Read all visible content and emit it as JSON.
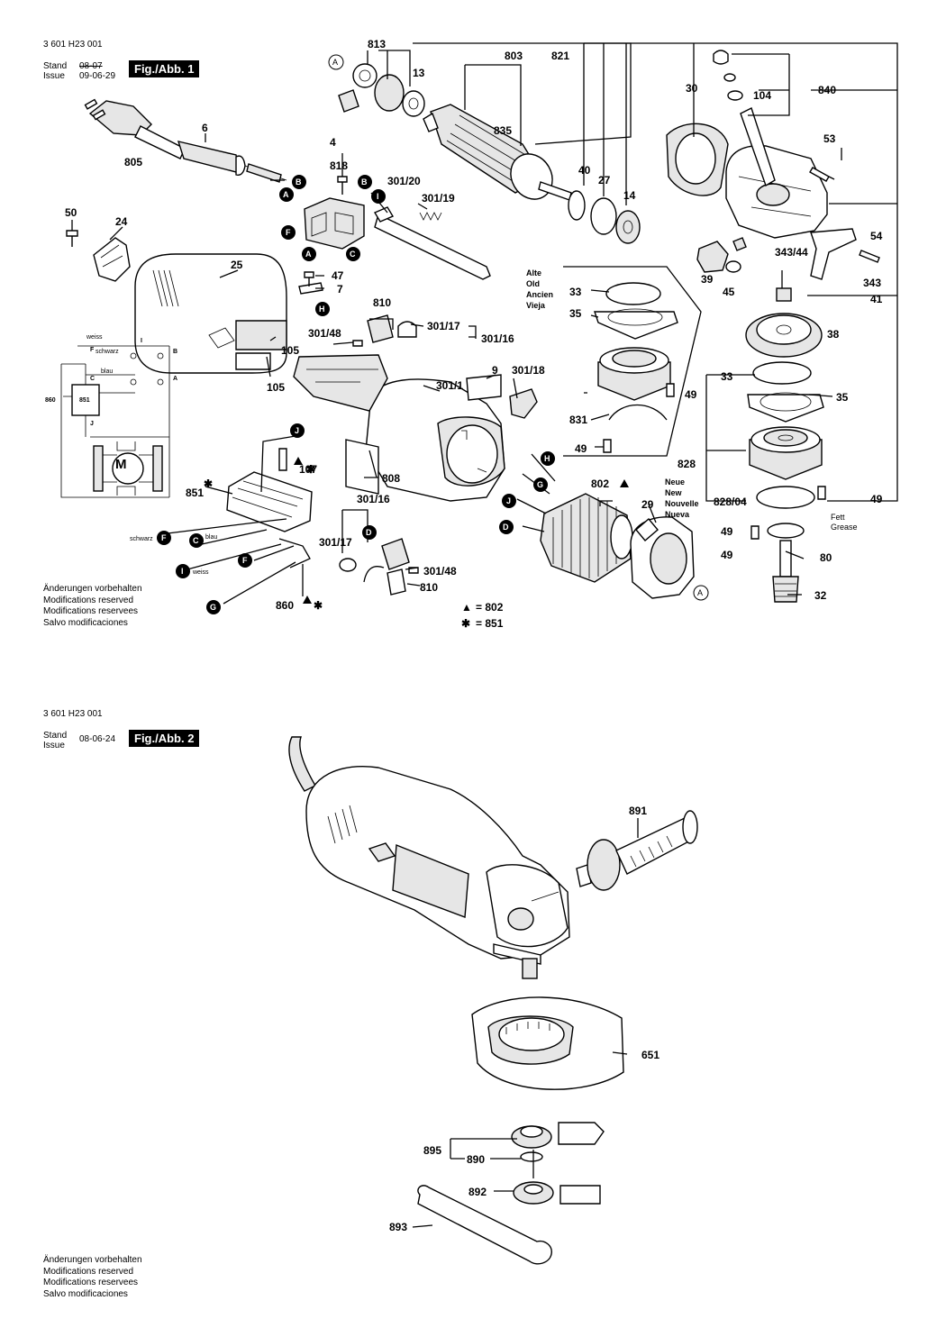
{
  "fig1": {
    "doc_number": "3 601 H23 001",
    "stand_label": "Stand",
    "issue_label": "Issue",
    "stand_date_struck": "08-07",
    "issue_date": "09-06-29",
    "badge": "Fig./Abb. 1",
    "notes": [
      "Änderungen vorbehalten",
      "Modifications reserved",
      "Modifications reservees",
      "Salvo modificaciones"
    ],
    "legend": [
      {
        "symbol": "▲",
        "text": "= 802"
      },
      {
        "symbol": "✱",
        "text": "= 851"
      }
    ],
    "old_box": [
      "Alte",
      "Old",
      "Ancien",
      "Vieja"
    ],
    "new_box": [
      "Neue",
      "New",
      "Nouvelle",
      "Nueva"
    ],
    "grease": [
      "Fett",
      "Grease"
    ],
    "wire_words": {
      "weiss": "weiss",
      "schwarz": "schwarz",
      "blau": "blau"
    },
    "motor_symbol": "M",
    "schematic": {
      "box": "851",
      "side": "860",
      "terms": [
        "I",
        "F",
        "C",
        "J",
        "B",
        "A"
      ]
    },
    "parts": {
      "p813": "813",
      "p803": "803",
      "p821": "821",
      "p13": "13",
      "p835": "835",
      "p30": "30",
      "p104": "104",
      "p840": "840",
      "p53": "53",
      "p4": "4",
      "p818": "818",
      "p301_20": "301/20",
      "p301_19": "301/19",
      "p6": "6",
      "p805": "805",
      "p40": "40",
      "p27": "27",
      "p14": "14",
      "p50": "50",
      "p24": "24",
      "p25": "25",
      "p54": "54",
      "p343_44": "343/44",
      "p343": "343",
      "p39": "39",
      "p45": "45",
      "p41": "41",
      "p47": "47",
      "p7": "7",
      "p810": "810",
      "p301_17": "301/17",
      "p301_16": "301/16",
      "p301_48": "301/48",
      "p105a": "105",
      "p105b": "105",
      "p9": "9",
      "p301_18": "301/18",
      "p301_1": "301/1",
      "p33o": "33",
      "p35o": "35",
      "p49o": "49",
      "p831": "831",
      "p49o2": "49",
      "p38": "38",
      "p33n": "33",
      "p35n": "35",
      "p828": "828",
      "p828_04": "828/04",
      "p49n": "49",
      "p49n2": "49",
      "p49n3": "49",
      "p80": "80",
      "p32": "32",
      "p107": "107",
      "p851": "851",
      "p808": "808",
      "p802": "802",
      "p29": "29",
      "p301_16b": "301/16",
      "p301_17b": "301/17",
      "p301_48b": "301/48",
      "p810b": "810",
      "p860": "860"
    }
  },
  "fig2": {
    "doc_number": "3 601 H23 001",
    "stand_label": "Stand",
    "issue_label": "Issue",
    "issue_date": "08-06-24",
    "badge": "Fig./Abb. 2",
    "notes": [
      "Änderungen vorbehalten",
      "Modifications reserved",
      "Modifications reservees",
      "Salvo modificaciones"
    ],
    "parts": {
      "p891": "891",
      "p651": "651",
      "p895": "895",
      "p890": "890",
      "p892": "892",
      "p893": "893"
    }
  },
  "callouts": [
    "A",
    "B",
    "C",
    "D",
    "F",
    "G",
    "H",
    "I",
    "J"
  ],
  "colors": {
    "ink": "#000000",
    "paper": "#ffffff",
    "shade": "#e6e6e6"
  }
}
